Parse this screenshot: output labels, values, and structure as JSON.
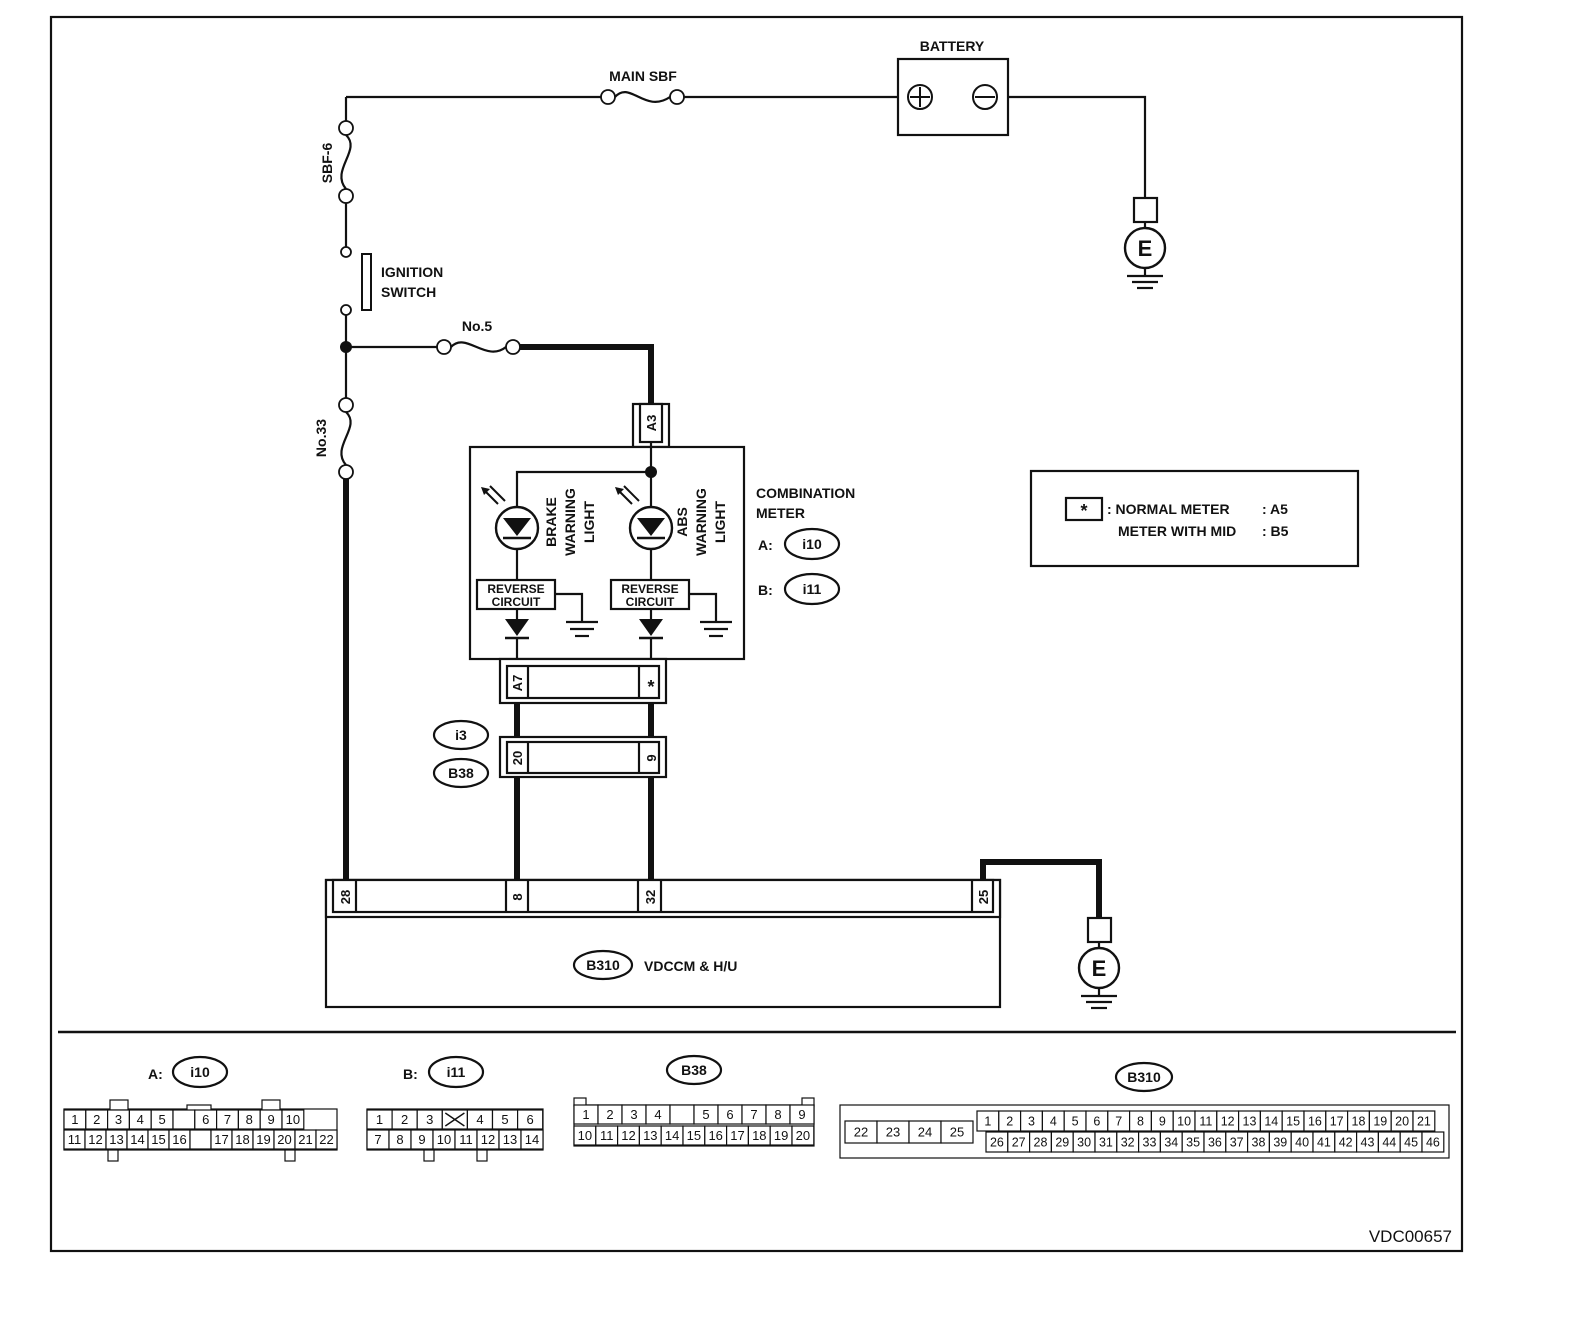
{
  "diagram_id": "VDC00657",
  "labels": {
    "battery": "BATTERY",
    "main_sbf": "MAIN SBF",
    "sbf6": "SBF-6",
    "ignition_switch": [
      "IGNITION",
      "SWITCH"
    ],
    "fuse_no5": "No.5",
    "fuse_no33": "No.33",
    "ground": "E",
    "plus": "+",
    "combination_meter": [
      "COMBINATION",
      "METER"
    ],
    "meter_a_prefix": "A:",
    "meter_a_connector": "i10",
    "meter_b_prefix": "B:",
    "meter_b_connector": "i11",
    "brake_warning_light": [
      "BRAKE",
      "WARNING",
      "LIGHT"
    ],
    "abs_warning_light": [
      "ABS",
      "WARNING",
      "LIGHT"
    ],
    "reverse_circuit": [
      "REVERSE",
      "CIRCUIT"
    ],
    "module_connector": "B310",
    "module_name": "VDCCM & H/U",
    "junction_i3": "i3",
    "junction_b38": "B38"
  },
  "pins": {
    "meter_feed": "A3",
    "meter_brake_out": "A7",
    "meter_abs_out": "*",
    "junction_brake": "20",
    "junction_abs": "9",
    "module_power": "28",
    "module_brake": "8",
    "module_abs": "32",
    "module_ground": "25"
  },
  "legend": {
    "symbol": "*",
    "rows": [
      {
        "label": ": NORMAL METER",
        "value": ": A5"
      },
      {
        "label": "METER WITH MID",
        "value": ": B5"
      }
    ]
  },
  "connector_faces": [
    {
      "prefix": "A:",
      "name": "i10",
      "top_row": [
        "1",
        "2",
        "3",
        "4",
        "5",
        "",
        "6",
        "7",
        "8",
        "9",
        "10"
      ],
      "bottom_row": [
        "11",
        "12",
        "13",
        "14",
        "15",
        "16",
        "",
        "17",
        "18",
        "19",
        "20",
        "21",
        "22"
      ]
    },
    {
      "prefix": "B:",
      "name": "i11",
      "top_row": [
        "1",
        "2",
        "3",
        "X",
        "4",
        "5",
        "6"
      ],
      "bottom_row": [
        "7",
        "8",
        "9",
        "10",
        "11",
        "12",
        "13",
        "14"
      ]
    },
    {
      "prefix": "",
      "name": "B38",
      "top_row": [
        "1",
        "2",
        "3",
        "4",
        "",
        "5",
        "6",
        "7",
        "8",
        "9"
      ],
      "bottom_row": [
        "10",
        "11",
        "12",
        "13",
        "14",
        "15",
        "16",
        "17",
        "18",
        "19",
        "20"
      ]
    },
    {
      "prefix": "",
      "name": "B310",
      "left_block": [
        "22",
        "23",
        "24",
        "25"
      ],
      "top_row": [
        "1",
        "2",
        "3",
        "4",
        "5",
        "6",
        "7",
        "8",
        "9",
        "10",
        "11",
        "12",
        "13",
        "14",
        "15",
        "16",
        "17",
        "18",
        "19",
        "20",
        "21"
      ],
      "bottom_row": [
        "26",
        "27",
        "28",
        "29",
        "30",
        "31",
        "32",
        "33",
        "34",
        "35",
        "36",
        "37",
        "38",
        "39",
        "40",
        "41",
        "42",
        "43",
        "44",
        "45",
        "46"
      ]
    }
  ]
}
